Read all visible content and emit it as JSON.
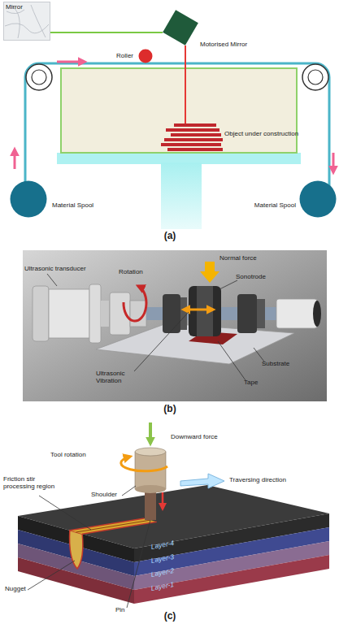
{
  "diagram": {
    "nodes": [
      {
        "text": [
          "Mirror"
        ]
      },
      {
        "text": [
          "Motorised Mirror"
        ]
      },
      {
        "text": [
          "Roller"
        ]
      },
      {
        "text": [
          "Material Spool"
        ]
      },
      {
        "text": [
          "Material Spool"
        ]
      },
      {
        "text": [
          "Layer-4"
        ]
      },
      {
        "text": [
          "Layer-3"
        ]
      },
      {
        "text": [
          "Layer-2"
        ]
      },
      {
        "text": [
          "Layer-1"
        ]
      }
    ],
    "edges": [
      {
        "from": 0,
        "to": 1,
        "arrow": "none"
      }
    ],
    "labels": [
      "Object under construction",
      "(a)",
      "Ultrasonic transducer",
      "Rotation",
      "Normal force",
      "Sonotrode",
      "Ultrasonic Vibration",
      "Tape",
      "Substrate",
      "(b)",
      "Tool rotation",
      "Downward force",
      "Traversing direction",
      "Friction stir processing region",
      "Shoulder",
      "Nugget",
      "Pin",
      "(c)"
    ]
  }
}
